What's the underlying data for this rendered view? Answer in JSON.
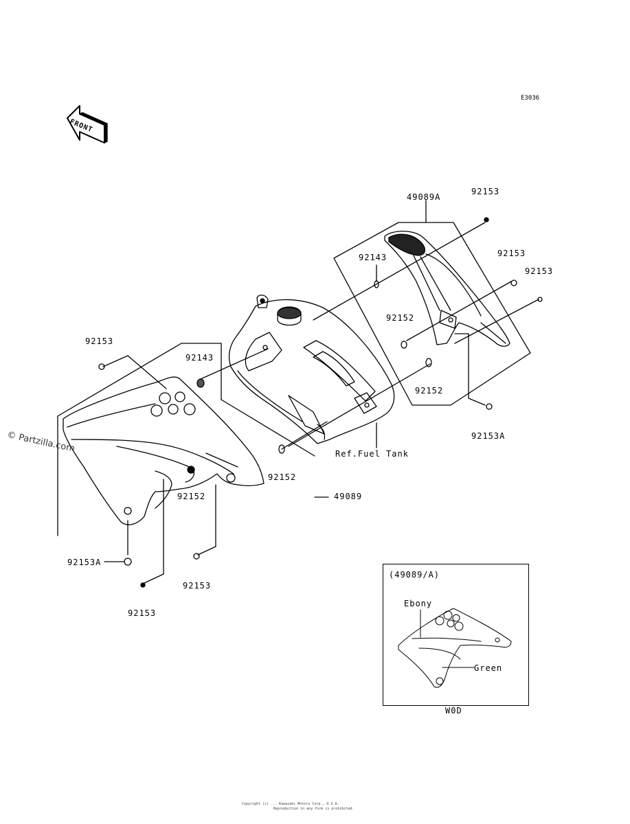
{
  "diagram_code": "E3036",
  "watermark": "© Partzilla.com",
  "front_label": "FRONT",
  "labels": {
    "p49089A": "49089A",
    "p92153_top": "92153",
    "p92143_right": "92143",
    "p92153_r1": "92153",
    "p92153_r2": "92153",
    "p92152_r1": "92152",
    "p92152_r2": "92152",
    "p92153A_right": "92153A",
    "p92153_left": "92153",
    "p92143_left": "92143",
    "ref_fuel_tank": "Ref.Fuel Tank",
    "p92152_mid": "92152",
    "p92152_left": "92152",
    "p49089": "49089",
    "p92153A_left": "92153A",
    "p92153_bottom1": "92153",
    "p92153_bottom2": "92153"
  },
  "inset": {
    "title": "(49089/A)",
    "ebony": "Ebony",
    "green": "Green",
    "caption": "W0D"
  },
  "footer": {
    "line1": "Copyright (c) ... Kawasaki Motors Corp., U.S.A.",
    "line2": "Reproduction in any form is prohibited."
  }
}
